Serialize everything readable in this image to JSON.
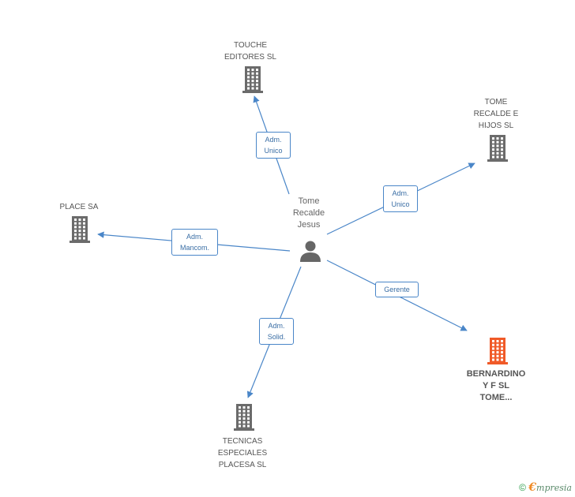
{
  "center": {
    "label": "Tome\nRecalde\nJesus",
    "icon": "person-icon"
  },
  "companies": [
    {
      "id": "touche",
      "label": "TOUCHE\nEDITORES SL",
      "icon": "building-icon",
      "color": "#6b6b6b"
    },
    {
      "id": "tome-recalde",
      "label": "TOME\nRECALDE E\nHIJOS SL",
      "icon": "building-icon",
      "color": "#6b6b6b"
    },
    {
      "id": "place",
      "label": "PLACE SA",
      "icon": "building-icon",
      "color": "#6b6b6b"
    },
    {
      "id": "bernardino",
      "label": "BERNARDINO\nY F SL\nTOME...",
      "icon": "building-icon",
      "color": "#f05a28"
    },
    {
      "id": "tecnicas",
      "label": "TECNICAS\nESPECIALES\nPLACESA SL",
      "icon": "building-icon",
      "color": "#6b6b6b"
    }
  ],
  "edges": [
    {
      "to": "touche",
      "label": "Adm.\nUnico"
    },
    {
      "to": "tome-recalde",
      "label": "Adm.\nUnico"
    },
    {
      "to": "place",
      "label": "Adm.\nMancom."
    },
    {
      "to": "bernardino",
      "label": "Gerente"
    },
    {
      "to": "tecnicas",
      "label": "Adm.\nSolid."
    }
  ],
  "colors": {
    "edge": "#4a86c8",
    "person": "#666666"
  },
  "footer": {
    "copyright": "©",
    "brand_e": "€",
    "brand_rest": "mpresia"
  }
}
